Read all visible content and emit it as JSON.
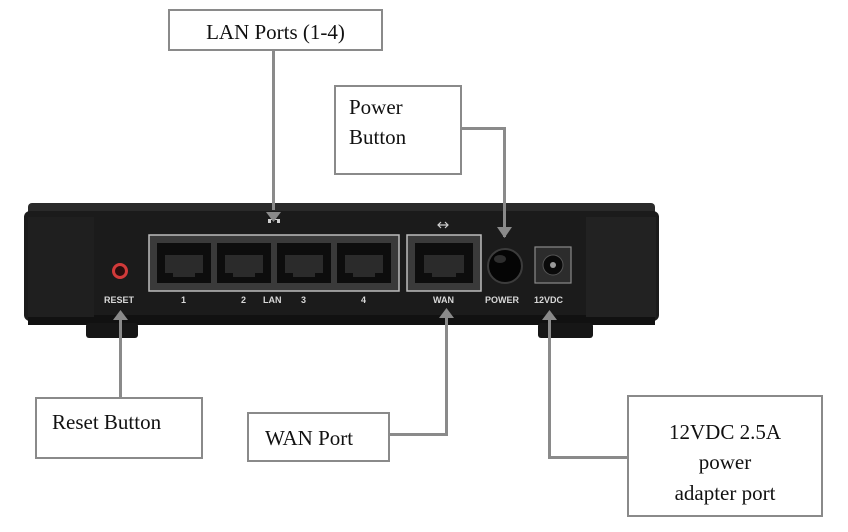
{
  "callouts": {
    "lan": "LAN Ports (1-4)",
    "power_line1": "Power",
    "power_line2": "Button",
    "reset": "Reset Button",
    "wan": "WAN Port",
    "dc_line1": "12VDC 2.5A",
    "dc_line2": "power",
    "dc_line3": "adapter port"
  },
  "panel": {
    "reset": "RESET",
    "lan_numbers": [
      "1",
      "2",
      "3",
      "4"
    ],
    "lan": "LAN",
    "wan": "WAN",
    "power": "POWER",
    "dc": "12VDC"
  },
  "colors": {
    "chassis": "#1b1b1b",
    "leader": "#8a8a8a",
    "reset_ring": "#d23a3a"
  }
}
